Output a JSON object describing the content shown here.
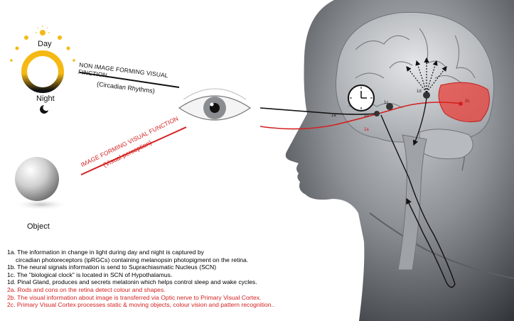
{
  "cycle": {
    "day_label": "Day",
    "night_label": "Night"
  },
  "pathways": {
    "non_image": {
      "title": "NON IMAGE FORMING VISUAL FINCTION",
      "subtitle": "(Circadian Rhythms)"
    },
    "image": {
      "title": "IMAGE FORMING VISUAL FUNCTION",
      "subtitle": "(Visual perception)"
    }
  },
  "object_label": "Object",
  "brain_labels": {
    "1a": "1a",
    "1b": "1b",
    "1c": "1c",
    "1d": "1d",
    "2a": "2a",
    "2c": "2c"
  },
  "notes": [
    "1a. The information in change in light during day and night is captured by",
    "circadian photoreceptors (ipRGCs) containing melanopsin photopigment on the retina.",
    "1b. The neural signals information is send to Suprachiasmatic Nucleus (SCN)",
    "1c. The \"biological clock\" is located in SCN of Hypothalamus.",
    "1d. Pinal Gland, produces and secrets melatonin which helps control sleep and wake cycles.",
    "2a. Rods and cons on the retina detect colour and shapes.",
    "2b. The visual information about image is transferred via Optic nerve to Primary Visual Cortex.",
    "2c. Primary Visual Cortex processes static & moving objects, colour vision and pattern recognition.."
  ],
  "colors": {
    "red": "#d42020",
    "sun": "#f5b914",
    "head": "#3a3d42"
  },
  "icons": [
    "sun-icon",
    "moon-icon",
    "clock-icon",
    "eye-icon",
    "sphere-icon"
  ]
}
